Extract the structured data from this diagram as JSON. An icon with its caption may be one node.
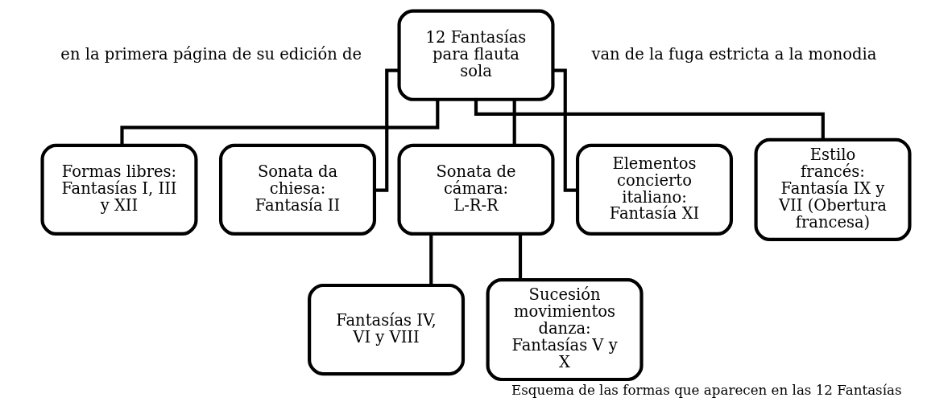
{
  "diagram": {
    "caption": "Esquema de las formas que aparecen en las 12 Fantasías",
    "nodes": [
      {
        "text": [
          "12 Fantasías para flauta sola"
        ]
      },
      {
        "text": [
          "Formas libres: Fantasías I, III y XII"
        ]
      },
      {
        "text": [
          "Sonata da chiesa: Fantasía II"
        ]
      },
      {
        "text": [
          "Sonata de cámara: L-R-R"
        ]
      },
      {
        "text": [
          "Elementos concierto italiano: Fantasía XI"
        ]
      },
      {
        "text": [
          "Estilo francés: Fantasía IX y VII (Obertura francesa)"
        ]
      },
      {
        "text": [
          "Fantasías IV, VI y VIII"
        ]
      },
      {
        "text": [
          "Sucesión movimientos danza: Fantasías V y X"
        ]
      }
    ],
    "edges": [
      {
        "from": 0,
        "to": 1,
        "arrow": "none"
      },
      {
        "from": 0,
        "to": 2,
        "arrow": "none"
      },
      {
        "from": 0,
        "to": 3,
        "arrow": "none"
      },
      {
        "from": 0,
        "to": 4,
        "arrow": "none"
      },
      {
        "from": 0,
        "to": 5,
        "arrow": "none"
      },
      {
        "from": 3,
        "to": 6,
        "arrow": "none"
      },
      {
        "from": 3,
        "to": 7,
        "arrow": "none"
      }
    ],
    "labels": [
      "en la primera página de su edición de",
      "van de la fuga estricta a la monodia"
    ]
  }
}
